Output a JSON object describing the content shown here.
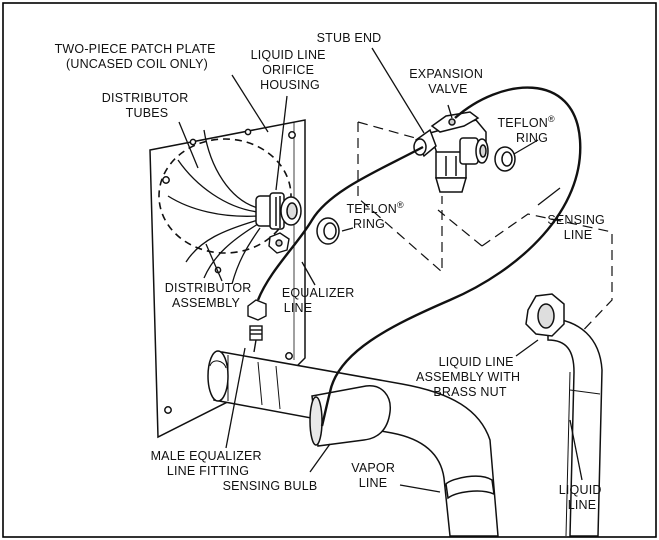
{
  "colors": {
    "ink": "#111111",
    "frame": "#000000",
    "paper": "#ffffff",
    "shade": "#d9d9d9"
  },
  "labels": {
    "patch_plate": [
      "TWO-PIECE PATCH PLATE",
      "(UNCASED COIL ONLY)"
    ],
    "orifice_housing": [
      "LIQUID LINE",
      "ORIFICE",
      "HOUSING"
    ],
    "stub_end": [
      "STUB END"
    ],
    "expansion_valve": [
      "EXPANSION",
      "VALVE"
    ],
    "distributor_tubes": [
      "DISTRIBUTOR",
      "TUBES"
    ],
    "teflon_ring_right": {
      "line1": "TEFLON",
      "mark": "®",
      "line2": "RING"
    },
    "teflon_ring_left": {
      "line1": "TEFLON",
      "mark": "®",
      "line2": "RING"
    },
    "sensing_line": [
      "SENSING",
      "LINE"
    ],
    "distributor_assembly": [
      "DISTRIBUTOR",
      "ASSEMBLY"
    ],
    "equalizer_line": [
      "EQUALIZER",
      "LINE"
    ],
    "liquid_line_assembly": [
      "LIQUID LINE",
      "ASSEMBLY WITH",
      "BRASS NUT"
    ],
    "male_equalizer": [
      "MALE EQUALIZER",
      "LINE FITTING"
    ],
    "vapor_line": [
      "VAPOR",
      "LINE"
    ],
    "liquid_line": [
      "LIQUID",
      "LINE"
    ],
    "sensing_bulb": [
      "SENSING BULB"
    ]
  }
}
